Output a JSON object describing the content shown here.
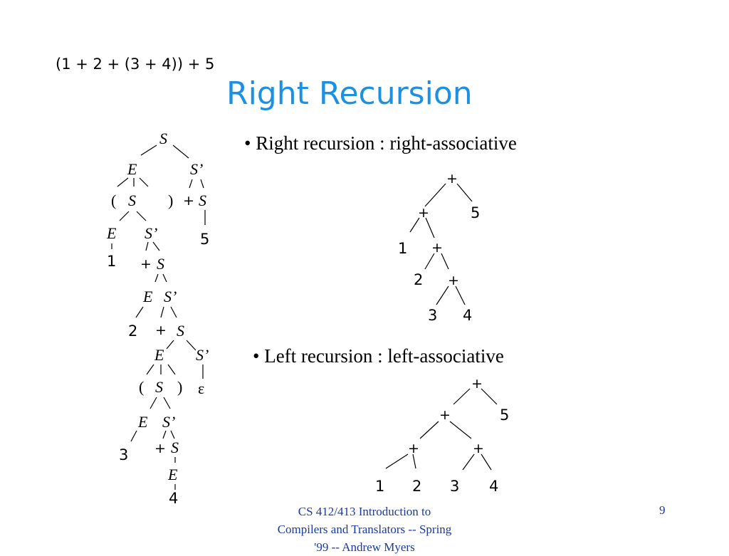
{
  "slide": {
    "expression": "(1 + 2 + (3 + 4)) + 5",
    "title": "Right Recursion",
    "bullet_right": "• Right recursion : right-associative",
    "bullet_left": "• Left recursion : left-associative",
    "footer_line1": "CS 412/413 Introduction to",
    "footer_line2": "Compilers and Translators -- Spring",
    "footer_line3": "'99 -- Andrew Myers",
    "page_number": "9",
    "title_color": "#1e90e0",
    "footer_color": "#1a3aa0"
  },
  "parse_tree": {
    "labels": [
      "S",
      "E",
      "S’",
      "(",
      "S",
      ")",
      "+",
      "S",
      "E",
      "S’",
      "5",
      "1",
      "+",
      "S",
      "E",
      "S’",
      "2",
      "+",
      "S",
      "E",
      "S’",
      "(",
      "S",
      ")",
      "ε",
      "E",
      "S’",
      "3",
      "+",
      "S",
      "E",
      "4"
    ]
  },
  "right_assoc_tree": {
    "labels": [
      "+",
      "+",
      "5",
      "1",
      "+",
      "2",
      "+",
      "3",
      "4"
    ]
  },
  "left_assoc_tree": {
    "labels": [
      "+",
      "+",
      "5",
      "+",
      "+",
      "1",
      "2",
      "3",
      "4"
    ]
  }
}
